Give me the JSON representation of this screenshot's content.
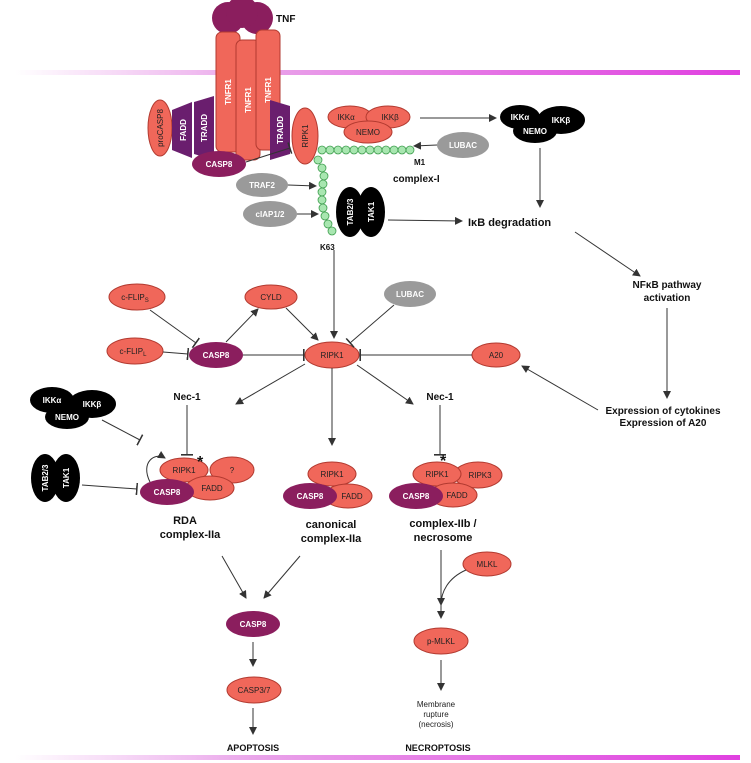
{
  "colors": {
    "salmon": "#F0675A",
    "salmon_stroke": "#B23A30",
    "purple": "#8B1E5E",
    "purple_dark": "#6A1E6E",
    "black": "#000000",
    "grey": "#9A9A9A",
    "green": "#A8E6B0",
    "membrane": "#E040E0"
  },
  "ligand": {
    "label": "TNF"
  },
  "receptor": {
    "labels": [
      "TNFR1",
      "TNFR1",
      "TNFR1"
    ]
  },
  "complex1": {
    "procasp8": "proCASP8",
    "fadd": "FADD",
    "tradd_left": "TRADD",
    "tradd_right": "TRADD",
    "ripk1": "RIPK1",
    "ikka": "IKKα",
    "ikkb": "IKKβ",
    "nemo": "NEMO",
    "lubac": "LUBAC",
    "m1": "M1",
    "casp8": "CASP8",
    "traf2": "TRAF2",
    "ciap": "cIAP1/2",
    "tab23": "TAB2/3",
    "tak1": "TAK1",
    "k63": "K63",
    "title": "complex-I"
  },
  "ikk_active": {
    "ikka": "IKKα",
    "ikkb": "IKKβ",
    "nemo": "NEMO"
  },
  "pathway": {
    "ikb": "IκB degradation",
    "nfkb_1": "NFκB pathway",
    "nfkb_2": "activation",
    "expr_1": "Expression of cytokines",
    "expr_2": "Expression of A20"
  },
  "regulators": {
    "cflip_s": "c-FLIP",
    "cflip_s_sub": "S",
    "cflip_l": "c-FLIP",
    "cflip_l_sub": "L",
    "cyld": "CYLD",
    "lubac": "LUBAC",
    "casp8": "CASP8",
    "ripk1": "RIPK1",
    "a20": "A20"
  },
  "rda": {
    "nec1": "Nec-1",
    "ikka": "IKKα",
    "ikkb": "IKKβ",
    "nemo": "NEMO",
    "tab23": "TAB2/3",
    "tak1": "TAK1",
    "ripk1": "RIPK1",
    "unknown": "?",
    "fadd": "FADD",
    "casp8": "CASP8",
    "star": "*",
    "title_1": "RDA",
    "title_2": "complex-IIa"
  },
  "canonical": {
    "ripk1": "RIPK1",
    "casp8": "CASP8",
    "fadd": "FADD",
    "title_1": "canonical",
    "title_2": "complex-IIa"
  },
  "necrosome": {
    "nec1": "Nec-1",
    "star": "*",
    "ripk1": "RIPK1",
    "ripk3": "RIPK3",
    "casp8": "CASP8",
    "fadd": "FADD",
    "title_1": "complex-IIb /",
    "title_2": "necrosome",
    "mlkl": "MLKL",
    "pmlkl": "p-MLKL",
    "rupture_1": "Membrane",
    "rupture_2": "rupture",
    "rupture_3": "(necrosis)",
    "outcome": "NECROPTOSIS"
  },
  "apoptosis": {
    "casp8": "CASP8",
    "casp37": "CASP3/7",
    "outcome": "APOPTOSIS"
  }
}
